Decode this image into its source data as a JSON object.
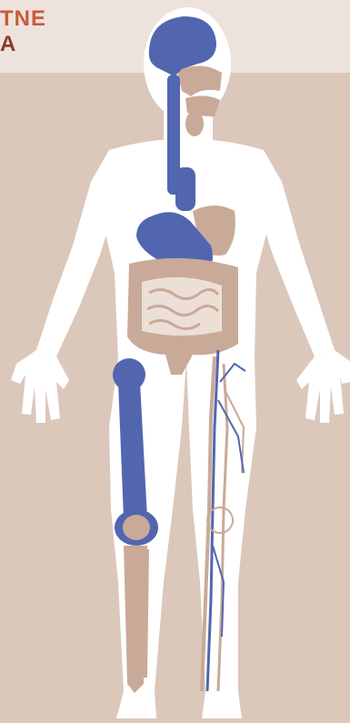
{
  "header": {
    "title_line_1": "TNE",
    "title_line_2": "A"
  },
  "colors": {
    "background": "#dcc7bb",
    "header_band": "#ede3dc",
    "title_primary": "#c95a3a",
    "title_secondary": "#8a3a2a",
    "body_silhouette": "#ffffff",
    "highlight_blue": "#5266b0",
    "organ_tan": "#c9aa98",
    "intestine_light": "#ece0d6"
  },
  "figure": {
    "highlighted_system": "blue",
    "highlighted_parts": [
      "brain",
      "spinal-cord",
      "esophagus",
      "stomach",
      "femur",
      "leg-veins"
    ],
    "other_parts": [
      "head-organs",
      "liver",
      "intestines",
      "tibia",
      "knee",
      "leg-arteries"
    ]
  }
}
